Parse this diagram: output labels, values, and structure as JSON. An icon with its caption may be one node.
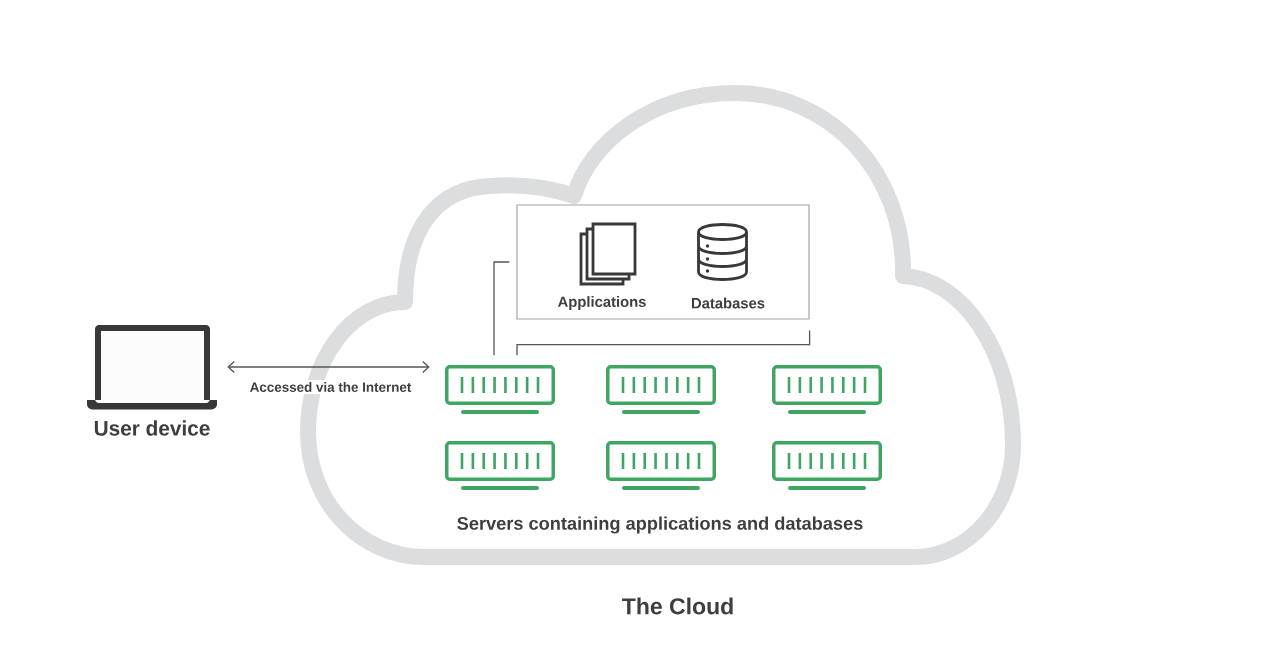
{
  "diagram": {
    "nodes": [
      {
        "text": [],
        "shape": "picture",
        "beside": [
          "User device"
        ]
      },
      {
        "text": [
          "The Cloud"
        ]
      },
      {
        "text": [
          "Applications",
          "Databases"
        ],
        "in": 1
      },
      {
        "text": [],
        "shape": "picture",
        "in": 1
      },
      {
        "text": [],
        "shape": "picture",
        "in": 1
      },
      {
        "text": [],
        "shape": "picture",
        "in": 1
      },
      {
        "text": [],
        "shape": "picture",
        "in": 1
      },
      {
        "text": [],
        "shape": "picture",
        "in": 1
      },
      {
        "text": [],
        "shape": "picture",
        "in": 1
      }
    ],
    "edges": [
      {
        "from": 0,
        "to": 3,
        "arrow": "both",
        "label": "Accessed via the Internet"
      },
      {
        "from": 2,
        "to": 3,
        "arrow": "none"
      },
      {
        "from": 2,
        "to": 3,
        "arrow": "none"
      }
    ],
    "labels": [
      "Servers containing applications and databases"
    ]
  }
}
